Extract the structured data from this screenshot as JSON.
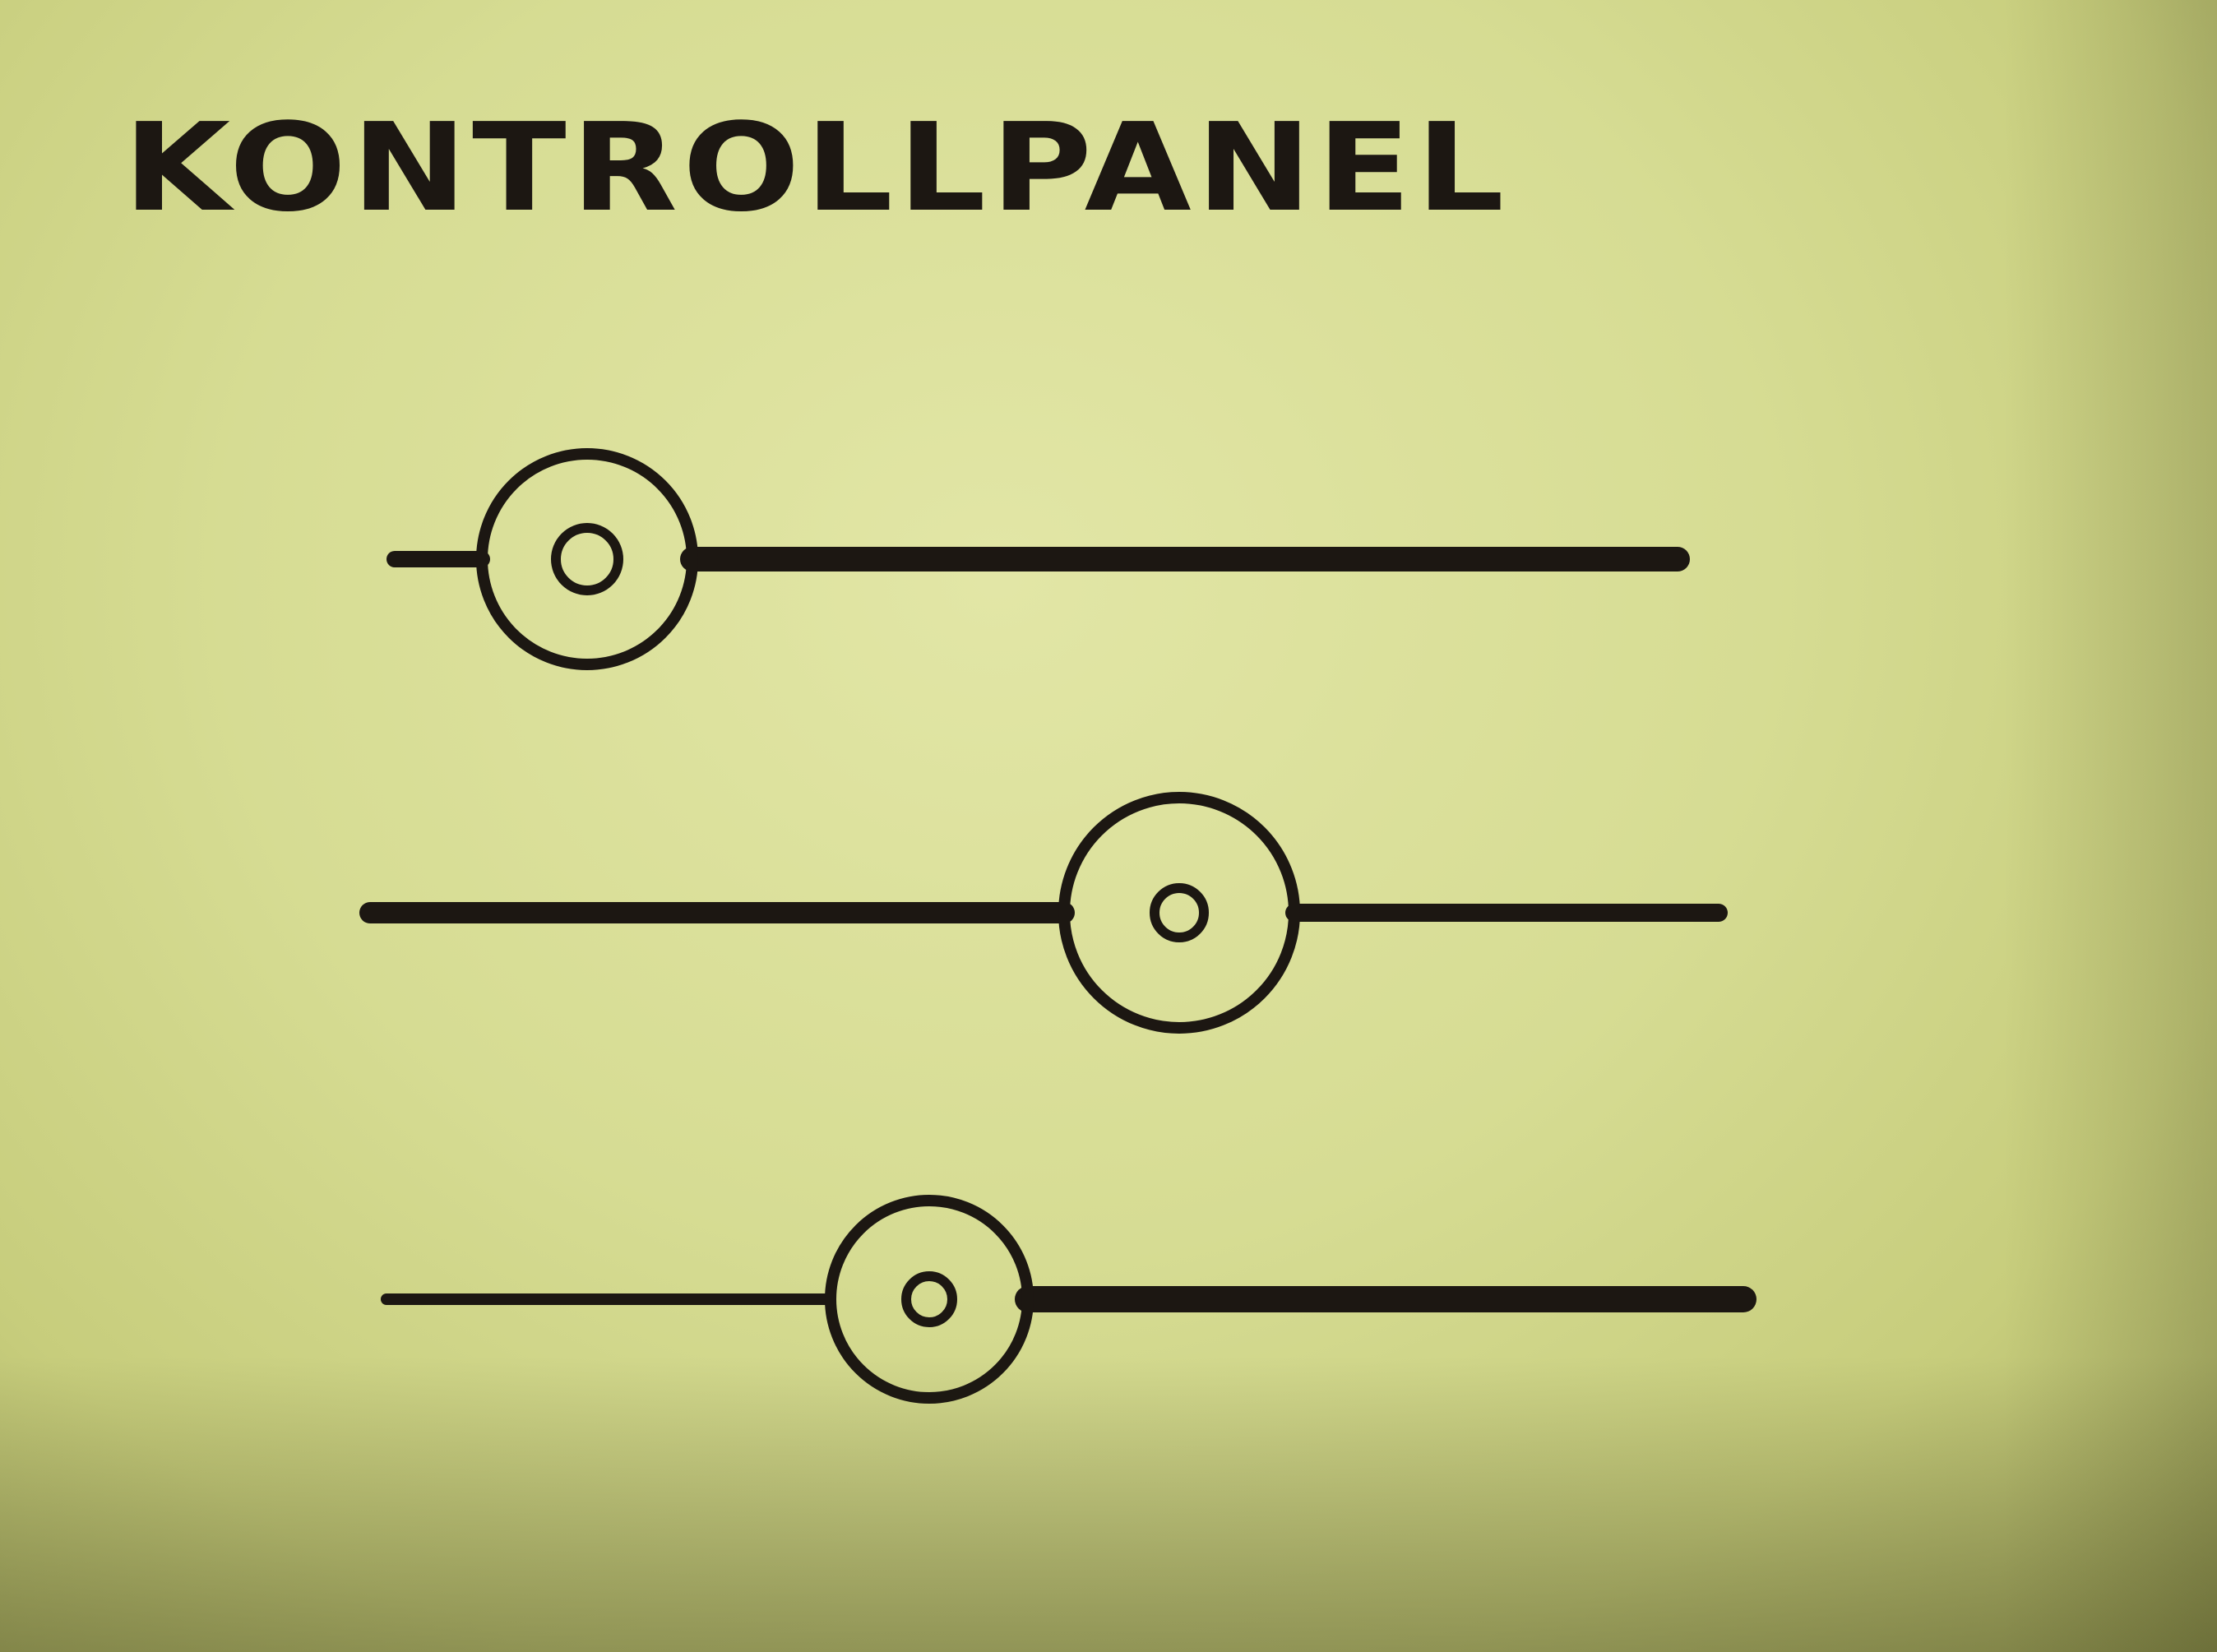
{
  "panel": {
    "title": "KONTROLLPANEL"
  },
  "sliders": [
    {
      "id": "slider-1",
      "value": 0.15
    },
    {
      "id": "slider-2",
      "value": 0.6
    },
    {
      "id": "slider-3",
      "value": 0.4
    }
  ],
  "colors": {
    "paper": "#d6dc93",
    "ink": "#1c1712"
  }
}
